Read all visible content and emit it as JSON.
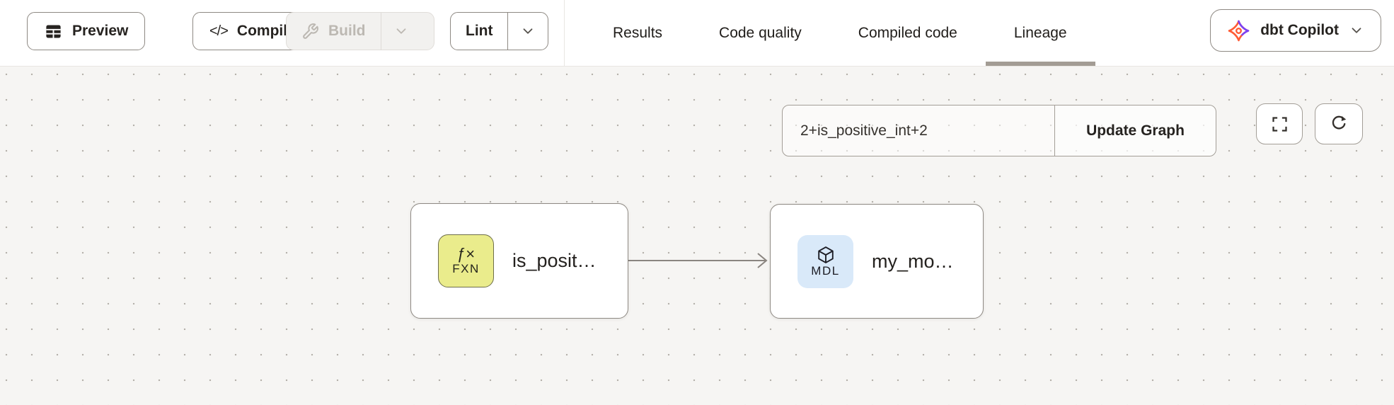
{
  "toolbar": {
    "preview_label": "Preview",
    "compile_label": "Compile",
    "build_label": "Build",
    "lint_label": "Lint",
    "compile_glyph": "</>"
  },
  "tabs": [
    {
      "label": "Results"
    },
    {
      "label": "Code quality"
    },
    {
      "label": "Compiled code"
    },
    {
      "label": "Lineage"
    }
  ],
  "active_tab": "Lineage",
  "copilot_label": "dbt Copilot",
  "lineage_panel": {
    "selector_value": "2+is_positive_int+2",
    "update_button_label": "Update Graph"
  },
  "graph": {
    "nodes": [
      {
        "label": "is_posit…",
        "badge_symbol": "ƒ×",
        "badge_code": "FXN",
        "kind": "function"
      },
      {
        "label": "my_mo…",
        "badge_code": "MDL",
        "kind": "model"
      }
    ],
    "edge": {
      "from": "is_posit…",
      "to": "my_mo…"
    }
  },
  "colors": {
    "tab_underline": "#a39c94",
    "canvas_bg": "#f6f5f3",
    "canvas_dot": "#b5b1ab",
    "edge": "#8a8580",
    "fxn_badge_bg": "#eaec8c",
    "fxn_badge_border": "#6e6e4a",
    "mdl_badge_bg": "#d9e9f9",
    "copilot_orange": "#ff5c35",
    "copilot_purple": "#7b42f5"
  }
}
